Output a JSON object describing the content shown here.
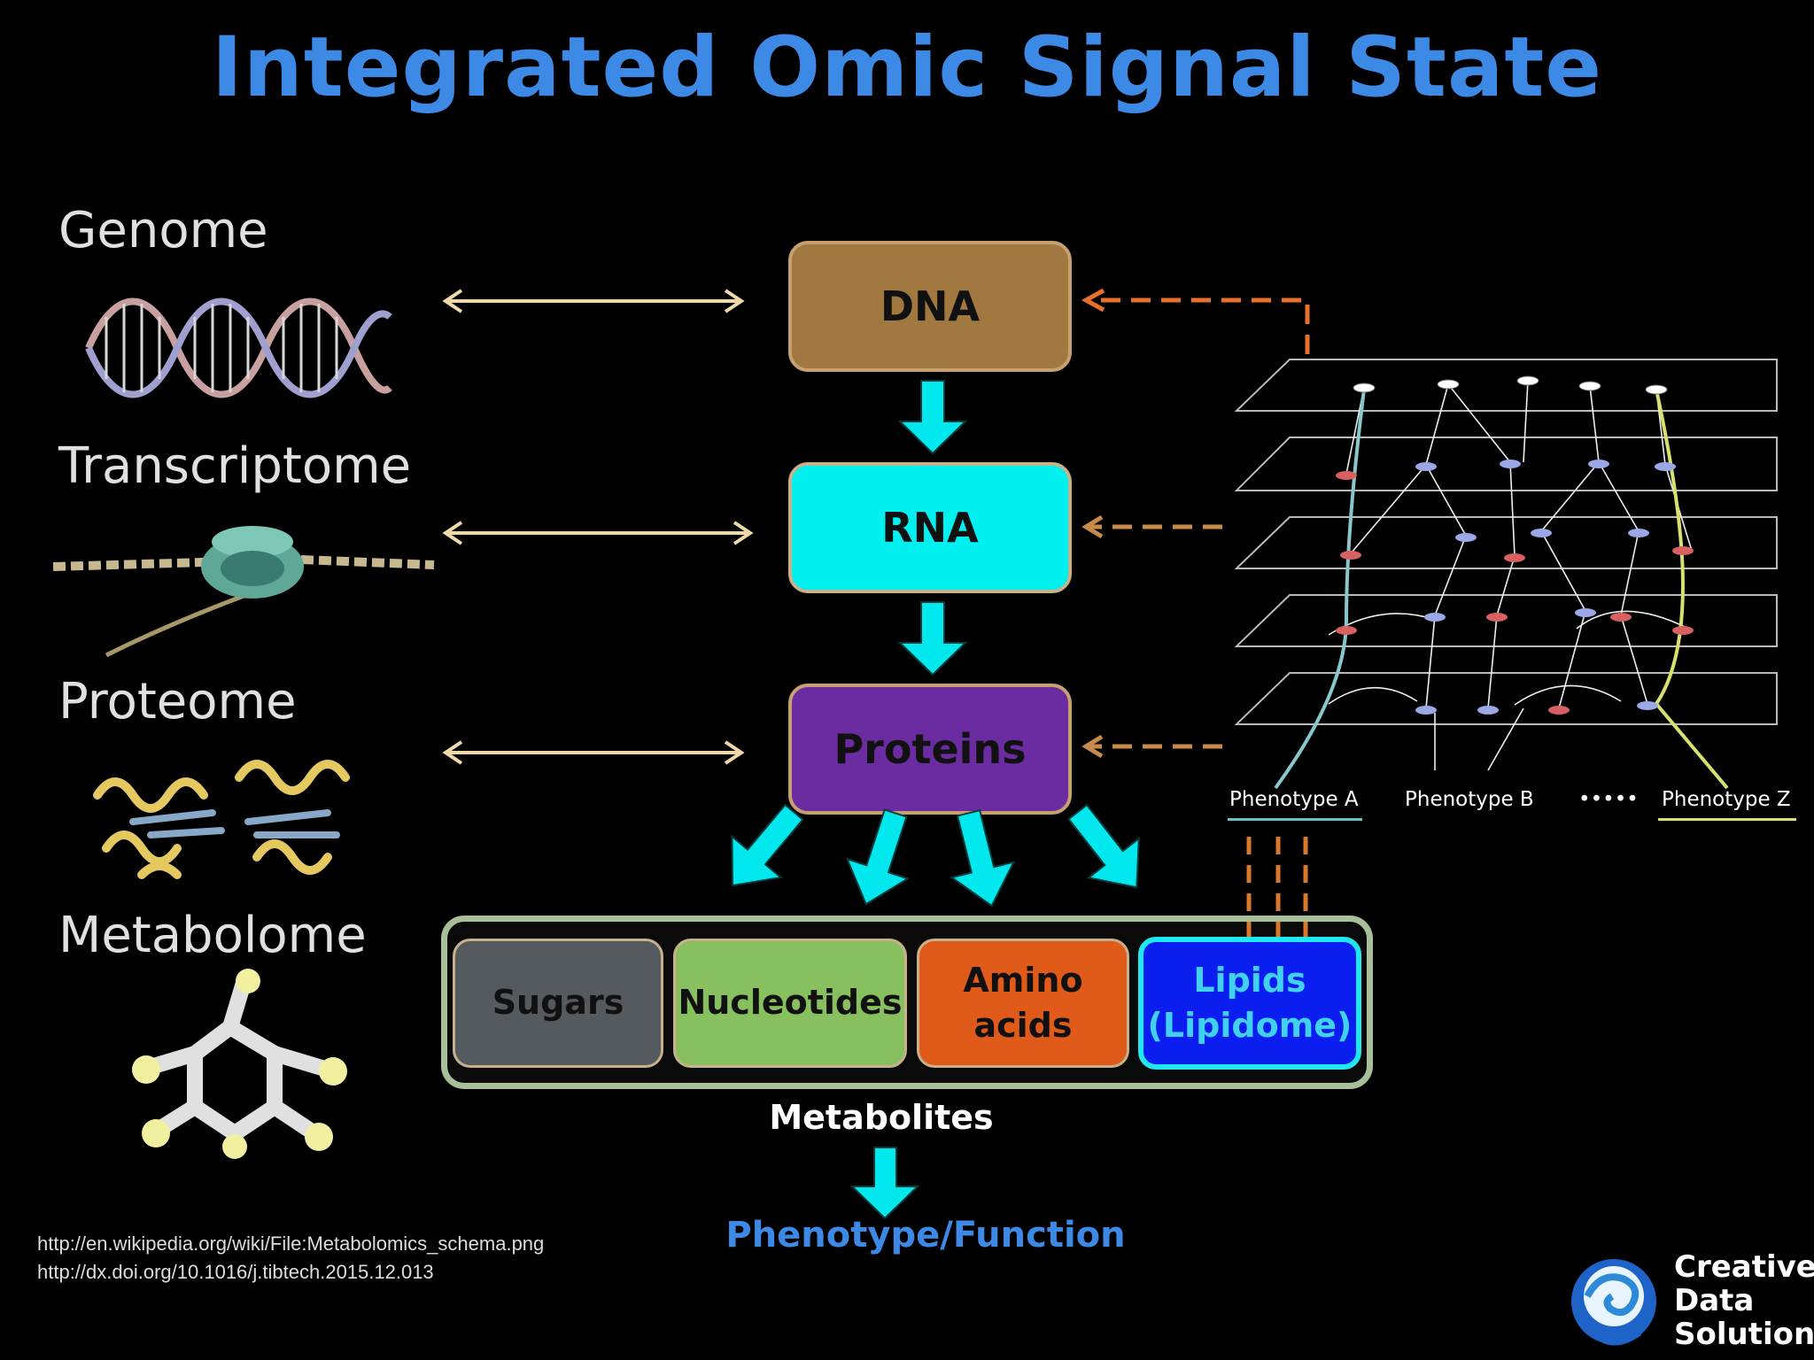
{
  "title": "Integrated Omic Signal State",
  "omics": [
    {
      "label": "Genome",
      "icon": "dna-helix-icon"
    },
    {
      "label": "Transcriptome",
      "icon": "ribosome-mrna-icon"
    },
    {
      "label": "Proteome",
      "icon": "protein-structure-icon"
    },
    {
      "label": "Metabolome",
      "icon": "molecule-icon"
    }
  ],
  "flow": {
    "dna": "DNA",
    "rna": "RNA",
    "proteins": "Proteins"
  },
  "metabolites": {
    "sugars": "Sugars",
    "nucleotides": "Nucleotides",
    "amino_line1": "Amino",
    "amino_line2": "acids",
    "lipids_line1": "Lipids",
    "lipids_line2": "(Lipidome)",
    "caption": "Metabolites"
  },
  "outcome": "Phenotype/Function",
  "network": {
    "phenotype_a": "Phenotype A",
    "phenotype_b": "Phenotype B",
    "ellipsis": "•••••",
    "phenotype_z": "Phenotype Z"
  },
  "references": [
    "http://en.wikipedia.org/wiki/File:Metabolomics_schema.png",
    "http://dx.doi.org/10.1016/j.tibtech.2015.12.013"
  ],
  "logo": {
    "line1": "Creative",
    "line2": "Data",
    "line3": "Solutions"
  },
  "colors": {
    "title": "#3d8ae6",
    "dna": "#a07840",
    "rna": "#00f0f0",
    "proteins": "#6a2ca0",
    "sugars": "#555a5e",
    "nucleotides": "#88c060",
    "amino_acids": "#e05a1a",
    "lipids": "#0a1ef0",
    "flow_arrow": "#00e8ee",
    "feedback_arrow": "#e07a30"
  }
}
